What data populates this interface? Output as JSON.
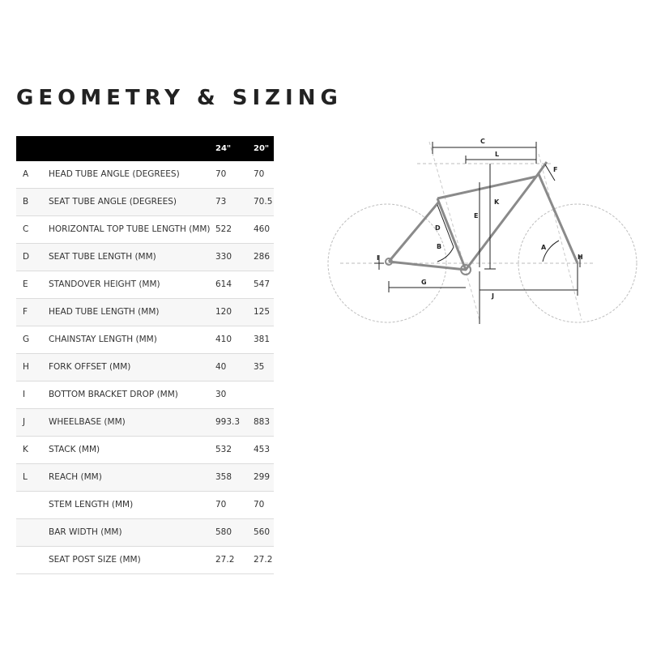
{
  "title": "GEOMETRY & SIZING",
  "table": {
    "headers": {
      "letter": "",
      "name": "",
      "size1": "24\"",
      "size2": "20\""
    },
    "rows": [
      {
        "letter": "A",
        "name": "HEAD TUBE ANGLE (DEGREES)",
        "v1": "70",
        "v2": "70"
      },
      {
        "letter": "B",
        "name": "SEAT TUBE ANGLE (DEGREES)",
        "v1": "73",
        "v2": "70.5"
      },
      {
        "letter": "C",
        "name": "HORIZONTAL TOP TUBE LENGTH (MM)",
        "v1": "522",
        "v2": "460"
      },
      {
        "letter": "D",
        "name": "SEAT TUBE LENGTH (MM)",
        "v1": "330",
        "v2": "286"
      },
      {
        "letter": "E",
        "name": "STANDOVER HEIGHT (MM)",
        "v1": "614",
        "v2": "547"
      },
      {
        "letter": "F",
        "name": "HEAD TUBE LENGTH (MM)",
        "v1": "120",
        "v2": "125"
      },
      {
        "letter": "G",
        "name": "CHAINSTAY LENGTH (MM)",
        "v1": "410",
        "v2": "381"
      },
      {
        "letter": "H",
        "name": "FORK OFFSET (MM)",
        "v1": "40",
        "v2": "35"
      },
      {
        "letter": "I",
        "name": "BOTTOM BRACKET DROP (MM)",
        "v1": "30",
        "v2": ""
      },
      {
        "letter": "J",
        "name": "WHEELBASE (MM)",
        "v1": "993.3",
        "v2": "883"
      },
      {
        "letter": "K",
        "name": "STACK (MM)",
        "v1": "532",
        "v2": "453"
      },
      {
        "letter": "L",
        "name": "REACH (MM)",
        "v1": "358",
        "v2": "299"
      },
      {
        "letter": "",
        "name": "STEM LENGTH (MM)",
        "v1": "70",
        "v2": "70"
      },
      {
        "letter": "",
        "name": "BAR WIDTH (MM)",
        "v1": "580",
        "v2": "560"
      },
      {
        "letter": "",
        "name": "SEAT POST SIZE (MM)",
        "v1": "27.2",
        "v2": "27.2"
      }
    ]
  },
  "diagram": {
    "labels": {
      "A": "A",
      "B": "B",
      "C": "C",
      "D": "D",
      "E": "E",
      "F": "F",
      "G": "G",
      "H": "H",
      "I": "I",
      "J": "J",
      "K": "K",
      "L": "L"
    },
    "colors": {
      "frame": "#8a8a8a",
      "wheel": "#bdbdbd",
      "dim": "#222222"
    }
  }
}
